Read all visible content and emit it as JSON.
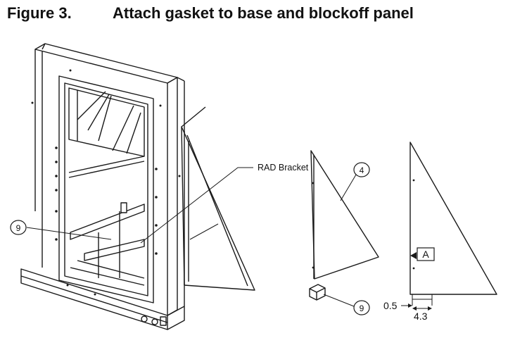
{
  "figure": {
    "number": "Figure 3.",
    "title": "Attach gasket to base and blockoff panel"
  },
  "callouts": {
    "rad_bracket": "RAD Bracket",
    "item_9_left": "9",
    "item_4": "4",
    "item_9_right": "9",
    "detail_a": "A"
  },
  "dimensions": {
    "offset": "0.5",
    "width": "4.3"
  }
}
